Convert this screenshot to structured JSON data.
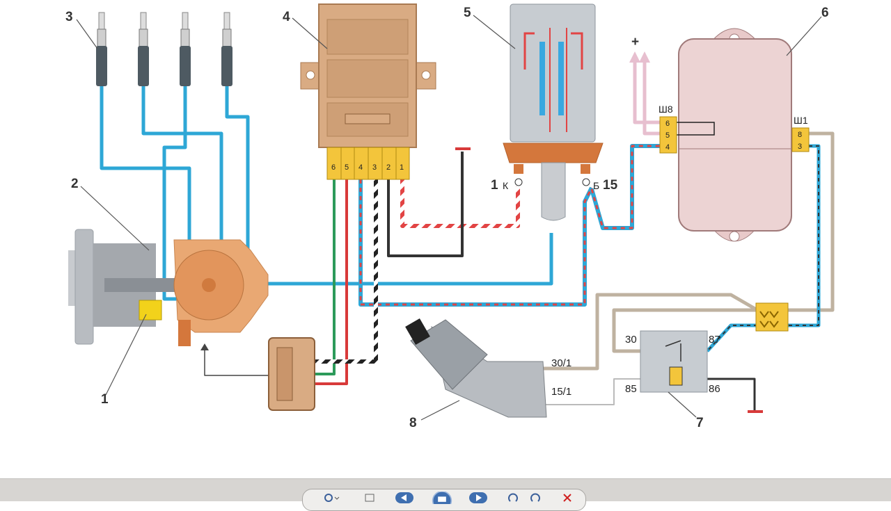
{
  "diagram": {
    "callouts": [
      "1",
      "2",
      "3",
      "4",
      "5",
      "6",
      "7",
      "8"
    ],
    "switch_pins": [
      "6",
      "5",
      "4",
      "3",
      "2",
      "1"
    ],
    "coil": {
      "terminal_k_num": "1",
      "terminal_k_letter": "К",
      "terminal_b_letter": "Б",
      "terminal_b_num": "15"
    },
    "regulator": {
      "left_plug": "Ш8",
      "left_pins": [
        "6",
        "5",
        "4"
      ],
      "right_plug": "Ш1",
      "right_pins": [
        "8",
        "3"
      ],
      "plus": "+"
    },
    "relay": {
      "pin_30": "30",
      "pin_87": "87",
      "pin_85": "85",
      "pin_86": "86"
    },
    "ignition_switch": {
      "pin_30_1": "30/1",
      "pin_15_1": "15/1"
    }
  },
  "toolbar": {
    "buttons": [
      "zoom-icon",
      "fit-icon",
      "previous-icon",
      "slideshow-icon",
      "next-icon",
      "rotate-left-icon",
      "rotate-right-icon",
      "delete-icon"
    ]
  }
}
